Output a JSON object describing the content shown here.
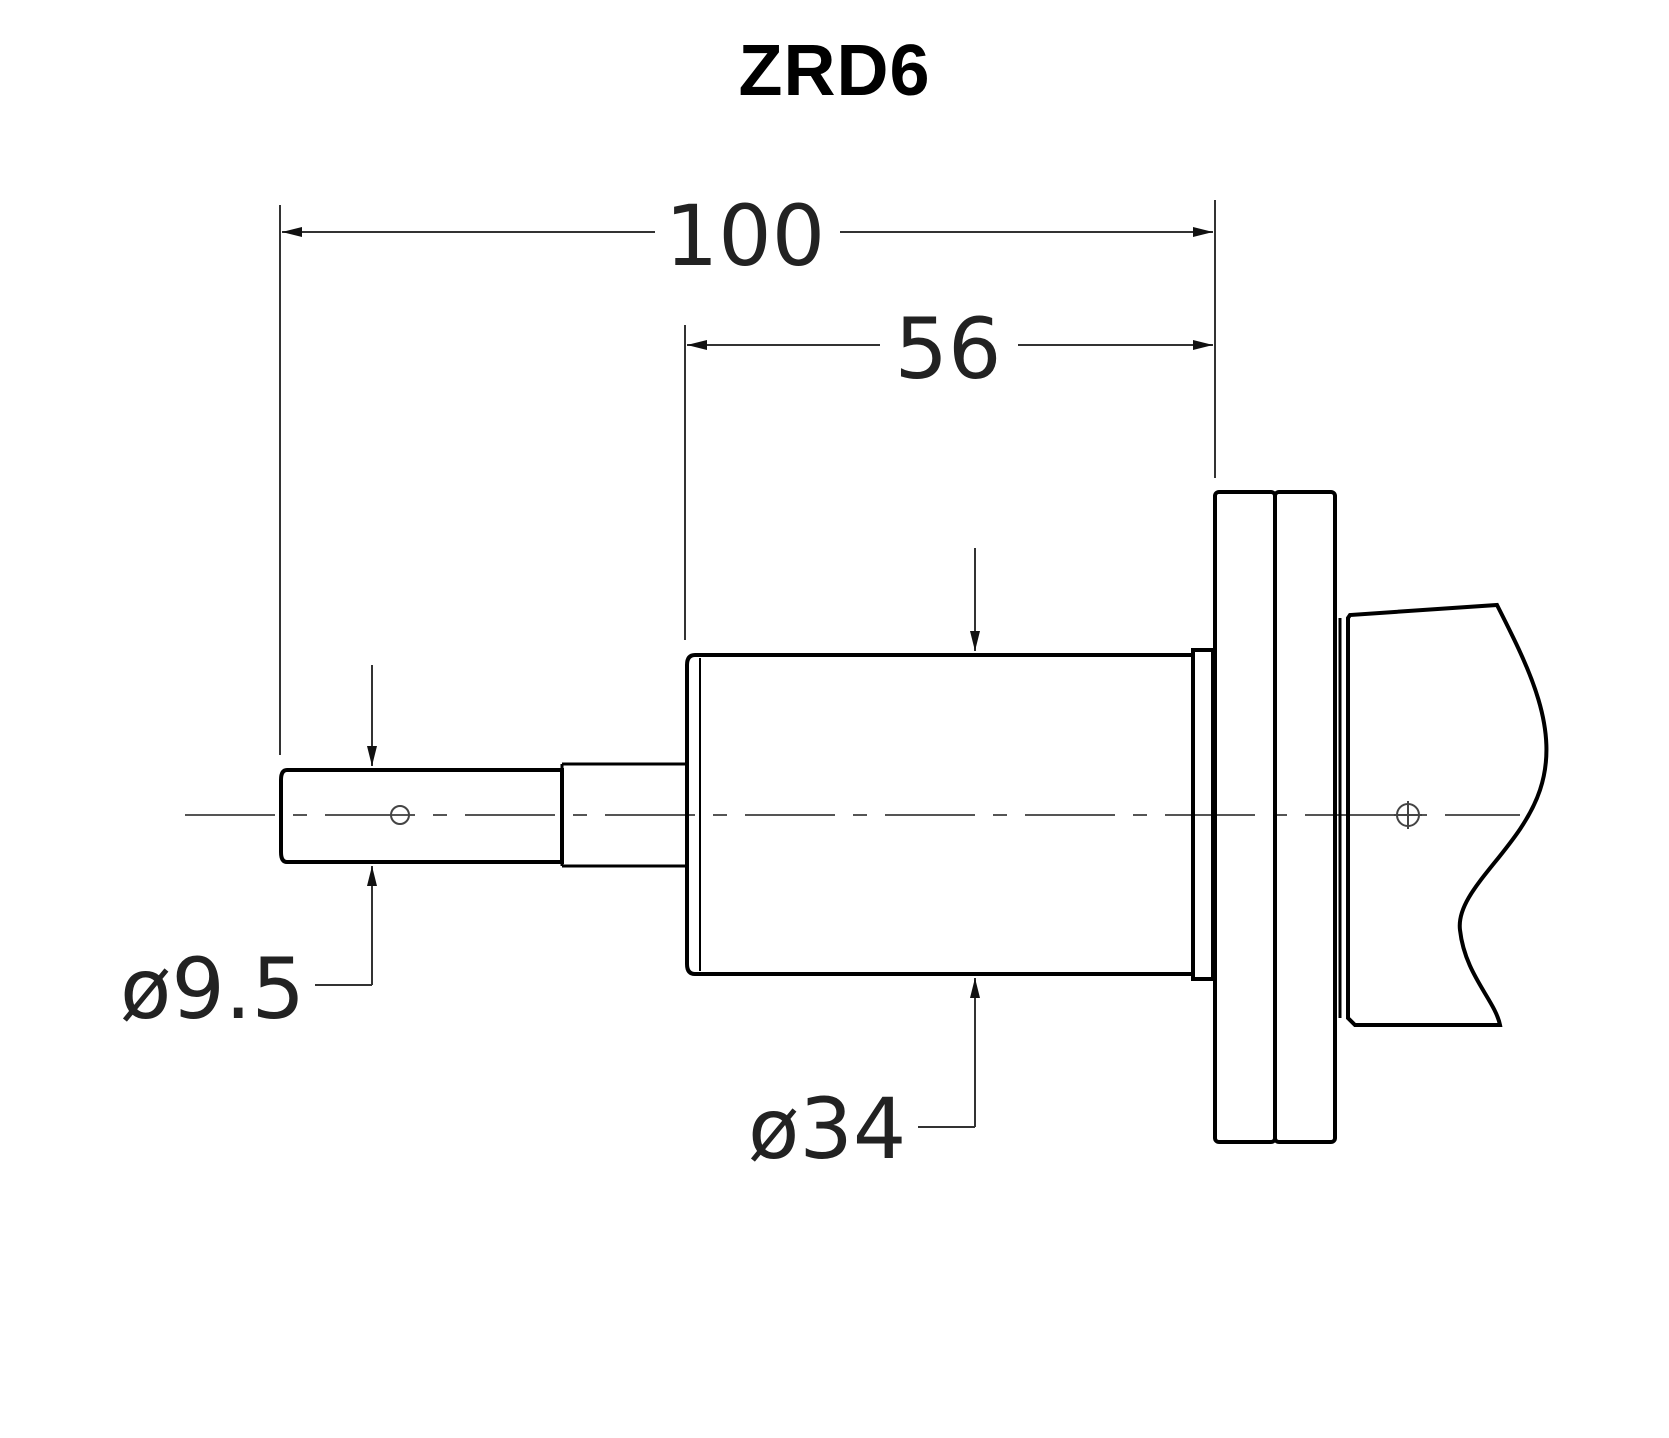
{
  "title": "ZRD6",
  "dimensions": {
    "overall_length": "100",
    "body_length": "56",
    "shaft_diameter": "ø9.5",
    "body_diameter": "ø34"
  },
  "colors": {
    "line": "#000000",
    "dim_line": "#333333",
    "centerline": "#555555"
  }
}
